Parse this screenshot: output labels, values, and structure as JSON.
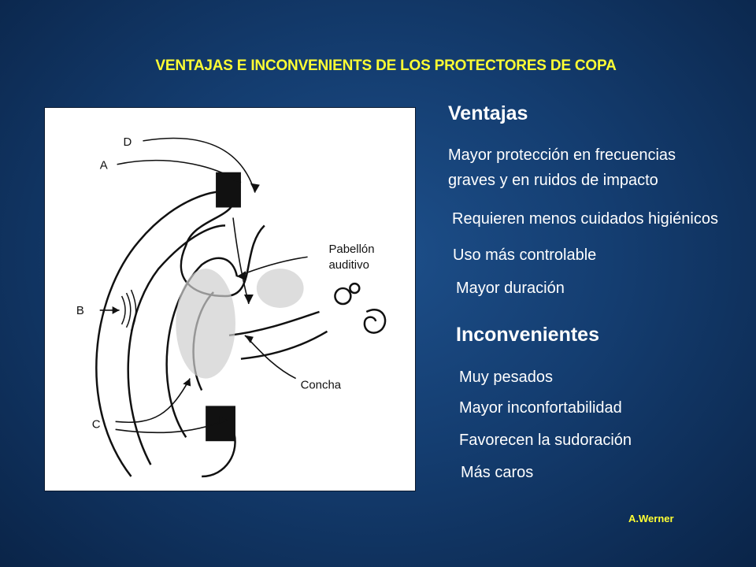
{
  "title": "VENTAJAS E INCONVENIENTS DE LOS PROTECTORES DE COPA",
  "figure": {
    "labels": {
      "d": "D",
      "a": "A",
      "b": "B",
      "c": "C",
      "pabellon_1": "Pabellón",
      "pabellon_2": "auditivo",
      "concha": "Concha"
    }
  },
  "ventajas": {
    "heading": "Ventajas",
    "items": [
      "Mayor protección en frecuencias",
      "graves y en ruidos de impacto",
      "Requieren menos cuidados higiénicos",
      "Uso más controlable",
      "Mayor duración"
    ]
  },
  "inconvenientes": {
    "heading": "Inconvenientes",
    "items": [
      "Muy pesados",
      "Mayor inconfortabilidad",
      "Favorecen la sudoración",
      "Más caros"
    ]
  },
  "credit": "A.Werner",
  "colors": {
    "title": "#ffff33",
    "text": "#ffffff",
    "background": "#143d70"
  }
}
